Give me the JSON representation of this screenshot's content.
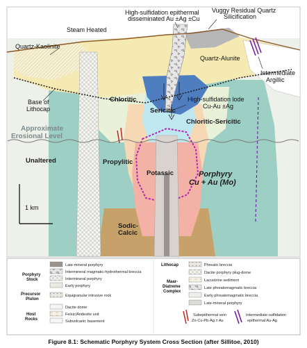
{
  "labels": {
    "hs_epithermal": "High-sulfidation epithermal",
    "hs_disseminated": "disseminated Au ±Ag ±Cu",
    "vuggy1": "Vuggy Residual Quartz",
    "vuggy2": "Silicification",
    "steam_heated": "Steam Heated",
    "quartz_kaolinite": "Quartz-Kaolinite",
    "quartz_alunite": "Quartz-Alunite",
    "intermediate": "Intermediate",
    "argillic": "Argillic",
    "chloritic": "Chloritic",
    "base_of": "Base of",
    "lithocap": "Lithocap",
    "sericitic": "Sericitic",
    "hs_lode1": "High-sulfidation lode",
    "hs_lode2": "Cu-Au ±Ag",
    "approximate": "Approximate",
    "erosional": "Erosional Level",
    "chloritic_sericitic": "Chloritic-Sericitic",
    "unaltered": "Unaltered",
    "propylitic": "Propylitic",
    "potassic": "Potassic",
    "porphyry": "Porphyry",
    "cu_au_mo": "Cu + Au (Mo)",
    "scale": "1 km",
    "sodic": "Sodic-",
    "calcic": "Calcic"
  },
  "legend": {
    "groups": {
      "porphyry_stock": "Porphyry Stock",
      "precursor_pluton": "Precursor Pluton",
      "host_rocks": "Host Rocks",
      "lithocap": "Lithocap",
      "maar_diatreme": "Maar-Diatreme Complex"
    },
    "left_items": [
      "Late-mineral porphyry",
      "Intermineral magmatic-hydrothermal breccia",
      "Intermineral porphyry",
      "Early porphyry",
      "Equigranular intrusive rock",
      "Dacite dome",
      "Felsic/Andesite unit",
      "Subvolcanic basement"
    ],
    "right_items": [
      "Phreatic breccia",
      "Dacite porphyry plug-dome",
      "Lacustrine sediment",
      "Late phreatomagmatic breccia",
      "Early phreatomagmatic breccia",
      "Late-mineral porphyry"
    ],
    "vein1": "Subepithermal vein",
    "vein1b": "Zn-Cu-Pb-Ag ± Au",
    "vein2": "Intermediate-sulfidation",
    "vein2b": "epithermal Au-Ag"
  },
  "caption": "Figure 8.1: Schematic Porphyry System Cross Section (after Sillitoe, 2010)",
  "colors": {
    "unaltered": "#f2f3ee",
    "propylitic": "#9ccfc3",
    "chloritic": "#f4f0d6",
    "sericitic": "#fbe3c4",
    "potassic": "#f4b5a8",
    "sodic_calcic": "#c8a16a",
    "lithocap": "#f7ecb5",
    "quartz_alunite": "#f3e9b0",
    "hs_lode": "#4f7ec0",
    "magenta": "#b327b3",
    "vein_red": "#c03030",
    "purple_vein": "#7a1fa0"
  }
}
